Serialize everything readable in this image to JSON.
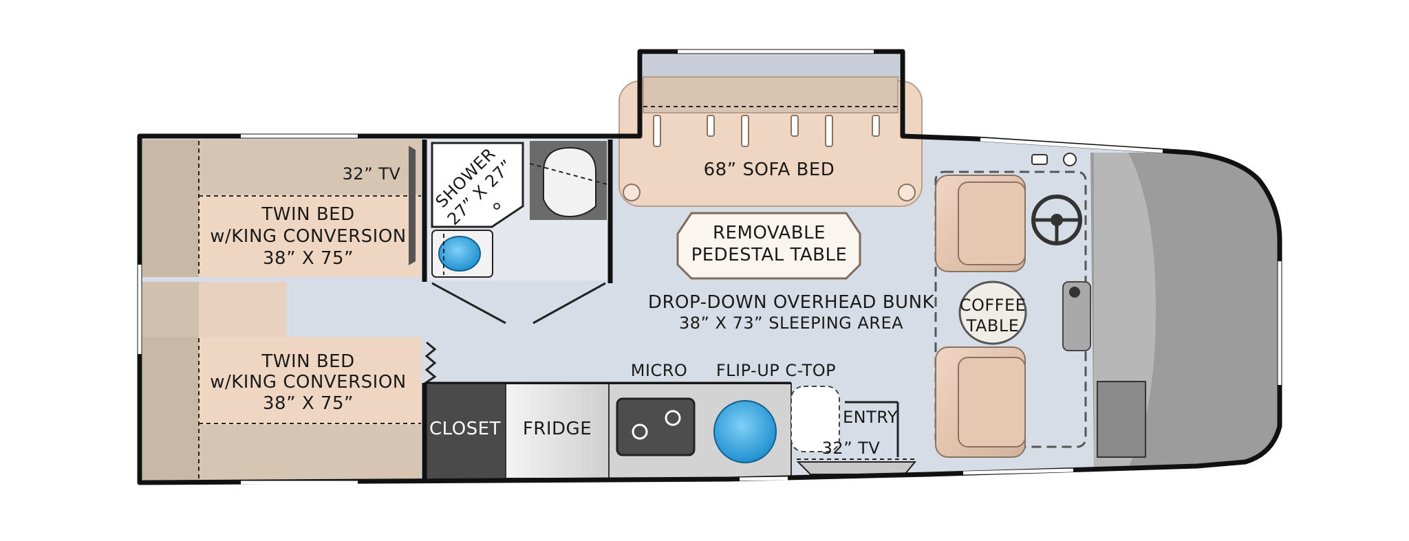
{
  "labels": {
    "tv_rear": "32” TV",
    "twin_bed_top_line1": "TWIN BED",
    "twin_bed_top_line2": "w/KING CONVERSION",
    "twin_bed_top_line3": "38” X 75”",
    "twin_bed_bottom_line1": "TWIN BED",
    "twin_bed_bottom_line2": "w/KING CONVERSION",
    "twin_bed_bottom_line3": "38” X 75”",
    "shower_line1": "SHOWER",
    "shower_line2": "27” X 27”",
    "sofa_bed": "68” SOFA BED",
    "table_line1": "REMOVABLE",
    "table_line2": "PEDESTAL TABLE",
    "bunk_line1": "DROP-DOWN OVERHEAD BUNK",
    "bunk_line2": "38” X 73” SLEEPING AREA",
    "coffee_line1": "COFFEE",
    "coffee_line2": "TABLE",
    "closet": "CLOSET",
    "fridge": "FRIDGE",
    "micro": "MICRO",
    "flip_up": "FLIP-UP C-TOP",
    "entry": "ENTRY",
    "tv_front": "32” TV"
  },
  "colors": {
    "floor": "#d7dde6",
    "bed": "#efd6c3",
    "bed_dark": "#c9b8a6",
    "wood": "#d9c4b1",
    "closet": "#4a4a4a",
    "fridge": "#e6e6e6",
    "counter": "#cfcfcf",
    "water": "#3fa9e0",
    "cab": "#9c9c9c",
    "cab_dark": "#7d7d7d",
    "wall": "#111111"
  }
}
